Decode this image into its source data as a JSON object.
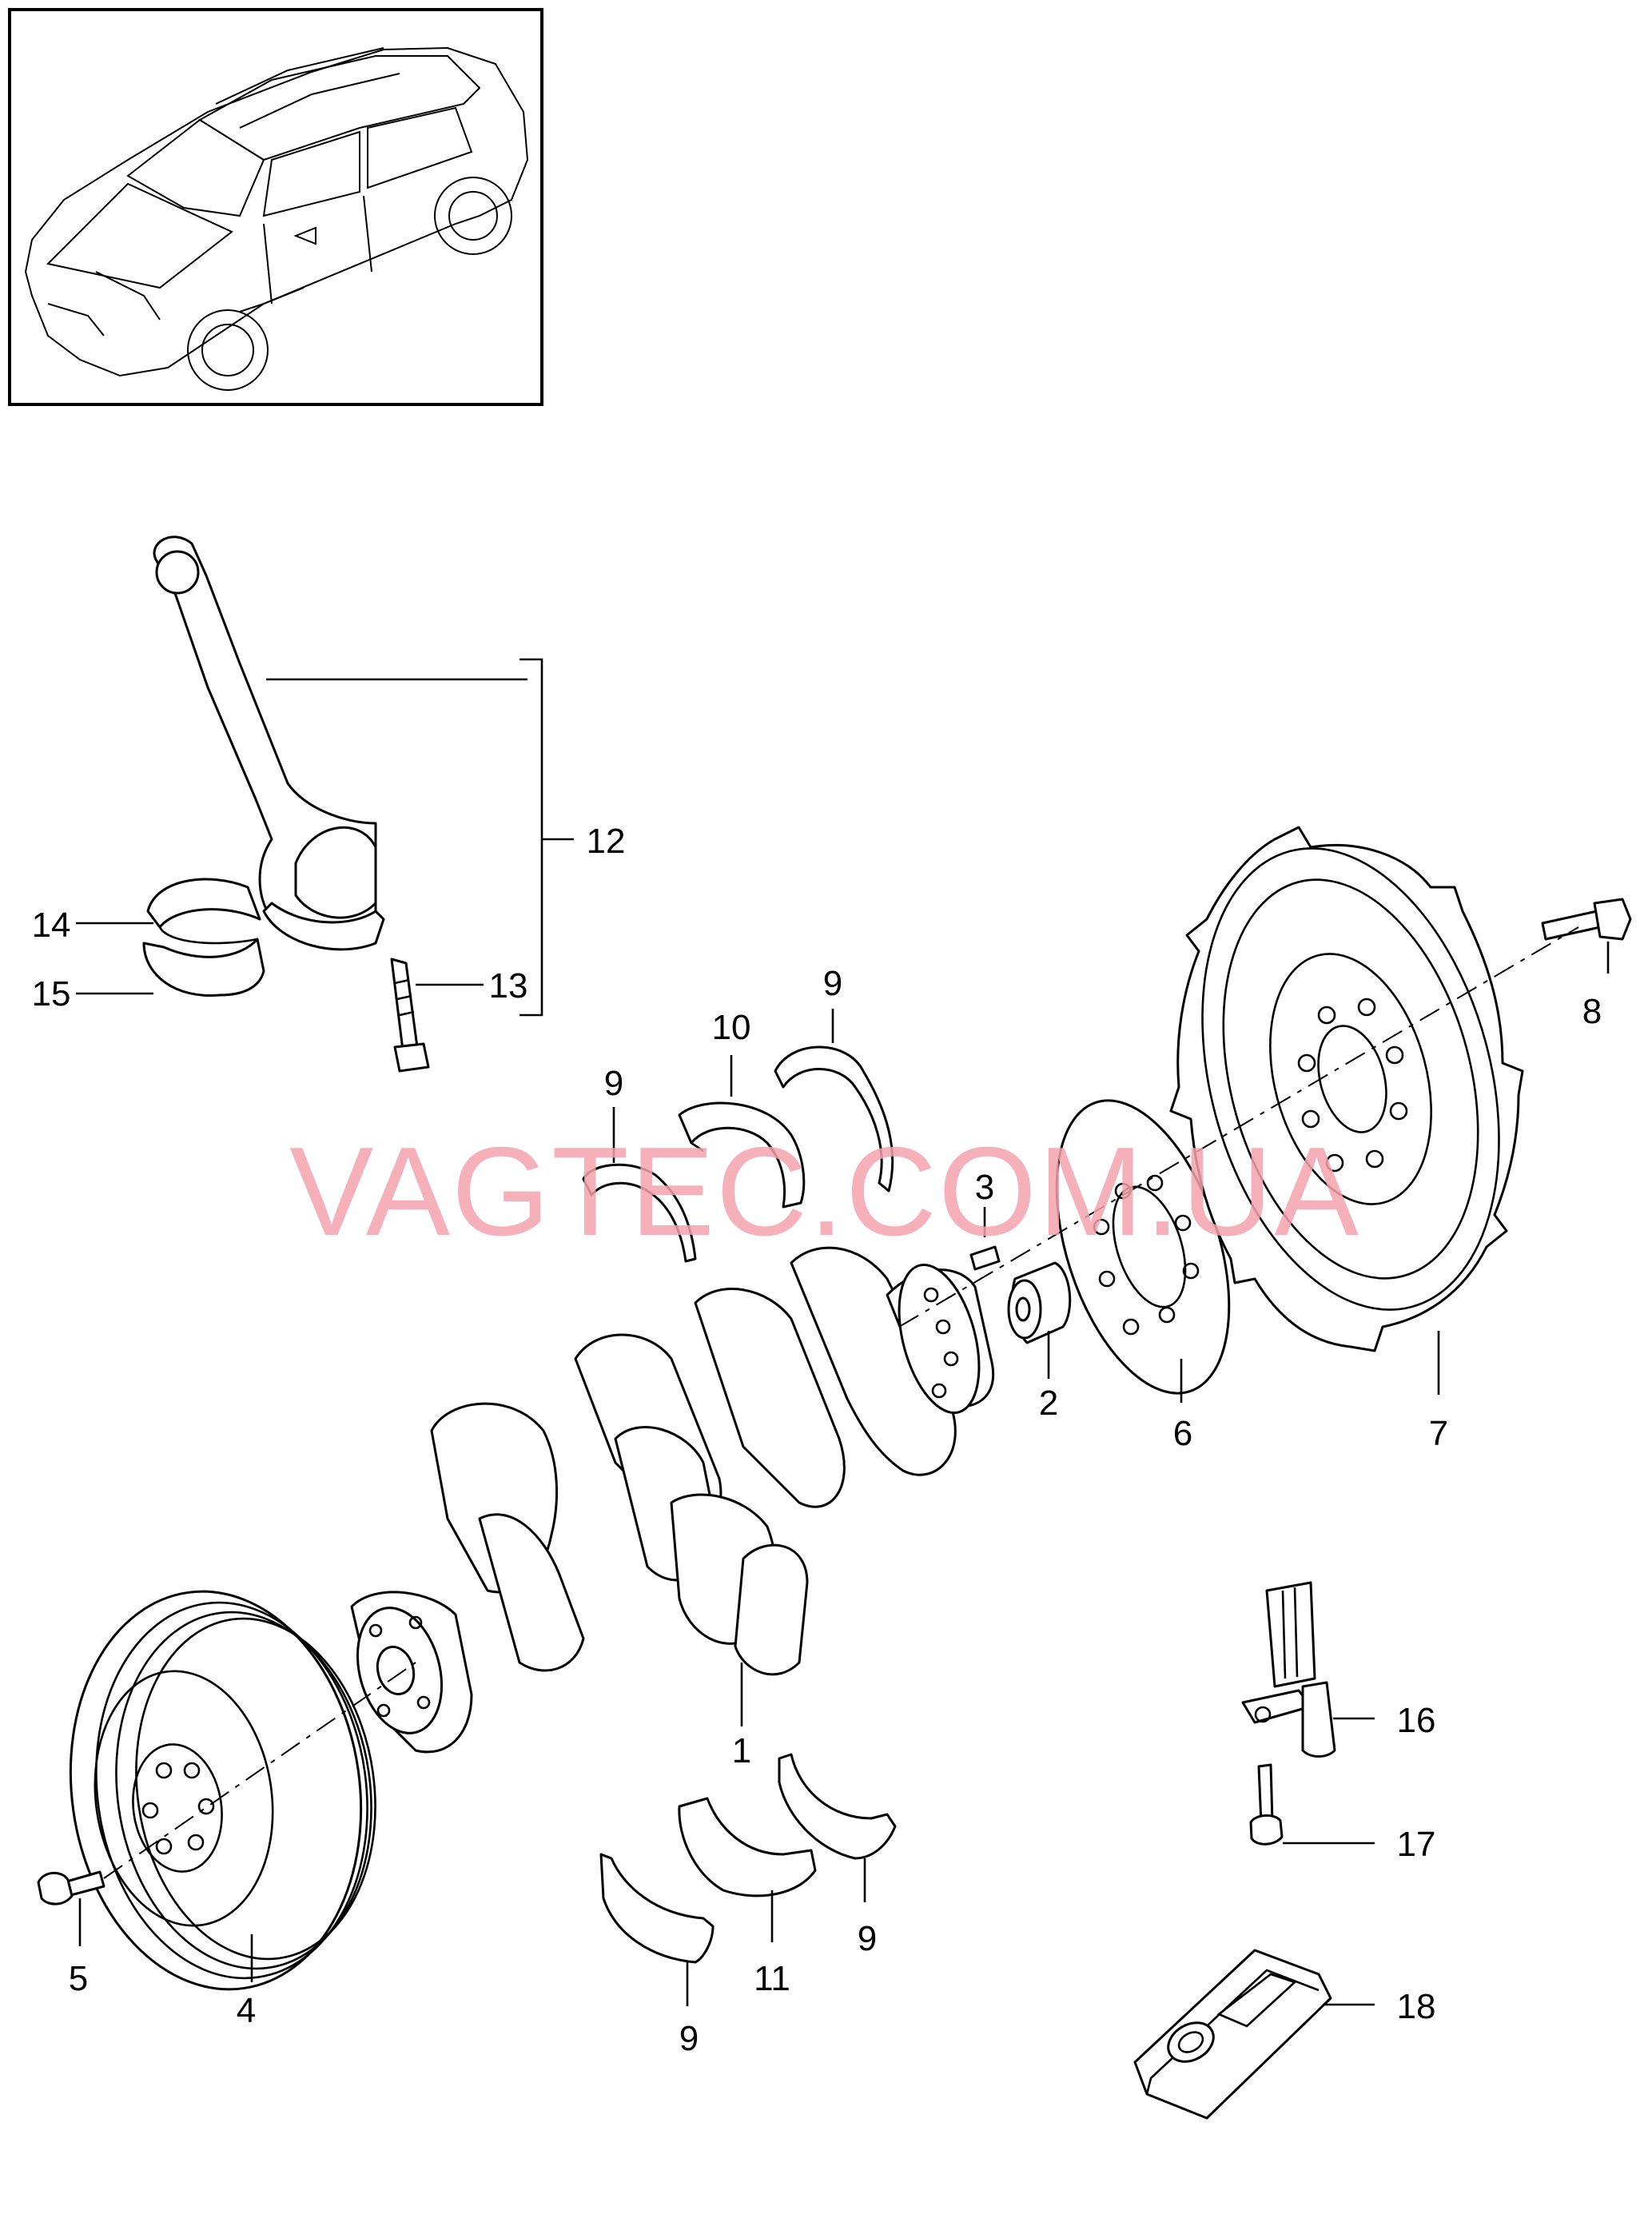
{
  "watermark": "VAGTEC.COM.UA",
  "callouts": [
    "1",
    "2",
    "3",
    "4",
    "5",
    "6",
    "7",
    "8",
    "9",
    "9",
    "9",
    "9",
    "10",
    "11",
    "12",
    "13",
    "14",
    "15",
    "16",
    "17",
    "18"
  ],
  "parts": [
    {
      "name": "crankshaft",
      "number": "1"
    },
    {
      "name": "pilot-bearing",
      "number": "2"
    },
    {
      "name": "dowel-pin",
      "number": "3"
    },
    {
      "name": "vibration-damper-pulley",
      "number": "4"
    },
    {
      "name": "pulley-bolt",
      "number": "5"
    },
    {
      "name": "adapter-plate",
      "number": "6"
    },
    {
      "name": "flywheel-flex-plate",
      "number": "7"
    },
    {
      "name": "flywheel-bolt",
      "number": "8"
    },
    {
      "name": "thrust-washer",
      "number": "9"
    },
    {
      "name": "upper-main-bearing-shell",
      "number": "10"
    },
    {
      "name": "lower-main-bearing-shell",
      "number": "11"
    },
    {
      "name": "connecting-rod-assembly",
      "number": "12"
    },
    {
      "name": "connecting-rod-bolt",
      "number": "13"
    },
    {
      "name": "upper-rod-bearing-shell",
      "number": "14"
    },
    {
      "name": "lower-rod-bearing-shell",
      "number": "15"
    },
    {
      "name": "speed-sensor",
      "number": "16"
    },
    {
      "name": "sensor-bolt",
      "number": "17"
    },
    {
      "name": "sensor-bracket",
      "number": "18"
    }
  ]
}
